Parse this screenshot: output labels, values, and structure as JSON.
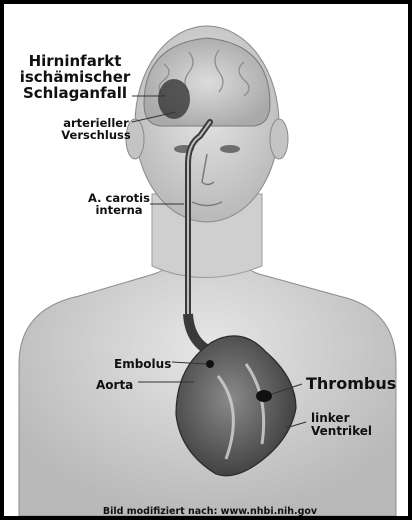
{
  "labels": {
    "infarct": [
      "Hirninfarkt",
      "ischämischer",
      "Schlaganfall"
    ],
    "occlusion": [
      "arterieller",
      "Verschluss"
    ],
    "carotid": [
      "A. carotis",
      "interna"
    ],
    "embolus": "Embolus",
    "aorta": "Aorta",
    "thrombus": "Thrombus",
    "ventricle": [
      "linker",
      "Ventrikel"
    ],
    "credit": "Bild modifiziert nach: www.nhbi.nih.gov"
  }
}
